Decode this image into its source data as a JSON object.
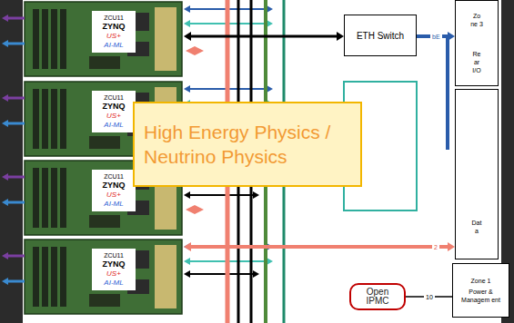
{
  "diagram": {
    "nodes": [
      {
        "text": [
          "ZCU11",
          "ZYNQ",
          "US+",
          "AI-ML"
        ]
      },
      {
        "text": [
          "ZCU11",
          "ZYNQ",
          "US+",
          "AI-ML"
        ]
      },
      {
        "text": [
          "ZCU11",
          "ZYNQ",
          "US+",
          "AI-ML"
        ]
      },
      {
        "text": [
          "ZCU11",
          "ZYNQ",
          "US+",
          "AI-ML"
        ]
      },
      {
        "text": [
          "ETH Switch"
        ]
      },
      {
        "text": [
          "Zo ne 3",
          "Re ar I/O"
        ]
      },
      {
        "text": [
          "Dat a"
        ]
      },
      {
        "text": [
          "Zone 1",
          "Power & Managem ent"
        ]
      },
      {
        "text": [
          "Open IPMC"
        ]
      },
      {
        "text": [
          "High Energy Physics / Neutrino Physics"
        ]
      }
    ],
    "edges": [
      {
        "from": 0,
        "to": 4,
        "arrow": "both"
      },
      {
        "from": 4,
        "to": 5,
        "label": "bE",
        "arrow": "to"
      },
      {
        "from": 3,
        "to": 6,
        "label": "2",
        "arrow": "both"
      },
      {
        "from": 8,
        "to": 7,
        "label": "10",
        "arrow": "none"
      }
    ]
  }
}
